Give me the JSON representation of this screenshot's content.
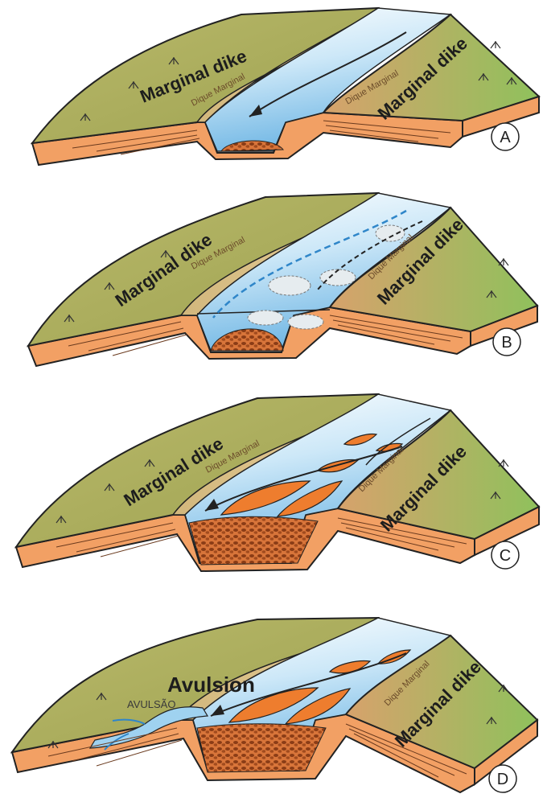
{
  "panels": [
    {
      "letter": "A",
      "left_label_en": "Marginal dike",
      "left_label_pt": "Dique Marginal",
      "right_label_en": "Marginal dike",
      "right_label_pt": "Dique Marginal",
      "bars": []
    },
    {
      "letter": "B",
      "left_label_en": "Marginal dike",
      "left_label_pt": "Dique Marginal",
      "right_label_en": "Marginal dike",
      "right_label_pt": "Dique Marginal",
      "bars": []
    },
    {
      "letter": "C",
      "left_label_en": "Marginal dike",
      "left_label_pt": "Dique Marginal",
      "right_label_en": "Marginal dike",
      "right_label_pt": "Dique Marginal",
      "bars": []
    },
    {
      "letter": "D",
      "avulsion_en": "Avulsion",
      "avulsion_pt": "AVULSÃO",
      "right_label_en": "Marginal dike",
      "right_label_pt": "Dique Marginal",
      "bars": []
    }
  ],
  "colors": {
    "floodplain_left": "#a6a85a",
    "floodplain_right": "#8fbf5a",
    "levee_right": "#d9a56a",
    "block_front": "#f09a5c",
    "strata": "#7a4a2c",
    "water": "#9fd2f0",
    "water_deep": "#5aa9dd",
    "sediment": "#c9692a",
    "bar": "#e9782c"
  },
  "icons": [
    "grass-tuft-icon",
    "flow-arrow-icon"
  ]
}
